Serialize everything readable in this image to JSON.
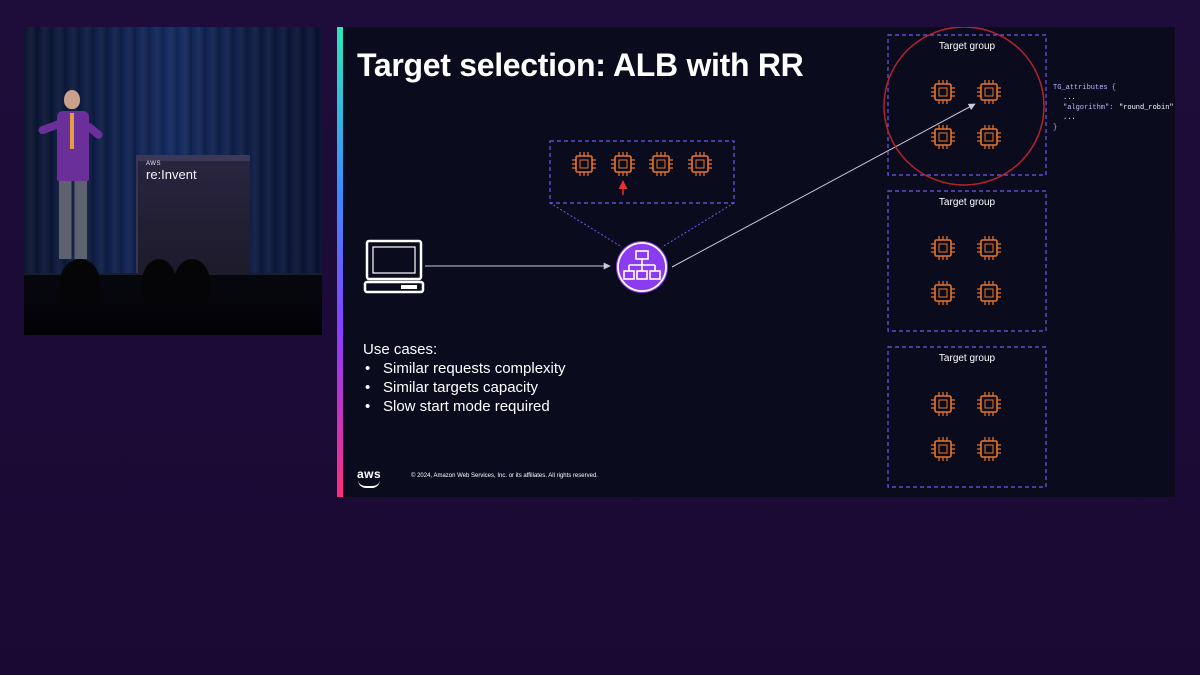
{
  "slide": {
    "title": "Target selection: ALB with RR",
    "use_cases": {
      "heading": "Use cases:",
      "items": [
        "Similar requests complexity",
        "Similar targets capacity",
        "Slow start mode required"
      ]
    },
    "target_groups": [
      {
        "label": "Target group"
      },
      {
        "label": "Target group"
      },
      {
        "label": "Target group"
      }
    ],
    "tg_attributes": {
      "open": "TG_attributes {",
      "ellipsis": "...",
      "key": "\"algorithm\":",
      "value": "\"round_robin\"",
      "close": "}"
    },
    "footer": {
      "logo": "aws",
      "copyright": "© 2024, Amazon Web Services, Inc. or its affiliates. All rights reserved."
    }
  },
  "speaker_feed": {
    "podium_small": "AWS",
    "podium_logo": "re:Invent"
  },
  "colors": {
    "background": "#1e0c3a",
    "slide_bg": "#0b0b1e",
    "chip": "#e8742a",
    "load_balancer": "#8b3cf0",
    "dashed_border": "#6d5ae8",
    "highlight_circle": "#b4232e",
    "request_arrow": "#e53030",
    "code_key": "#b8b8ff",
    "code_value": "#ffffff"
  }
}
